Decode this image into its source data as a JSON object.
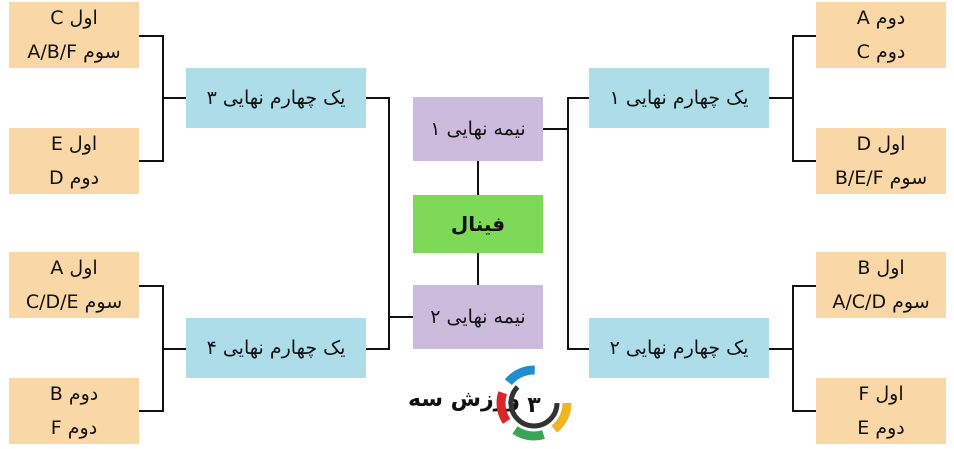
{
  "groups": {
    "left_1": {
      "line1": "اول C",
      "line2": "سوم A/B/F"
    },
    "left_2": {
      "line1": "اول E",
      "line2": "دوم D"
    },
    "left_3": {
      "line1": "اول A",
      "line2": "سوم C/D/E"
    },
    "left_4": {
      "line1": "دوم B",
      "line2": "دوم F"
    },
    "right_1": {
      "line1": "دوم A",
      "line2": "دوم C"
    },
    "right_2": {
      "line1": "اول D",
      "line2": "سوم B/E/F"
    },
    "right_3": {
      "line1": "اول B",
      "line2": "سوم A/C/D"
    },
    "right_4": {
      "line1": "اول F",
      "line2": "دوم E"
    }
  },
  "quarterfinals": {
    "qf1": "یک چهارم نهایی ۱",
    "qf2": "یک چهارم نهایی ۲",
    "qf3": "یک چهارم نهایی ۳",
    "qf4": "یک چهارم نهایی ۴"
  },
  "semifinals": {
    "sf1": "نیمه نهایی ۱",
    "sf2": "نیمه نهایی ۲"
  },
  "final": "فینال",
  "logo": {
    "text": "ورزش سه",
    "numeral": "۳"
  },
  "colors": {
    "group": "#fad7a6",
    "quarterfinal": "#acdde8",
    "semifinal": "#cdbbdc",
    "final": "#7ed957"
  }
}
